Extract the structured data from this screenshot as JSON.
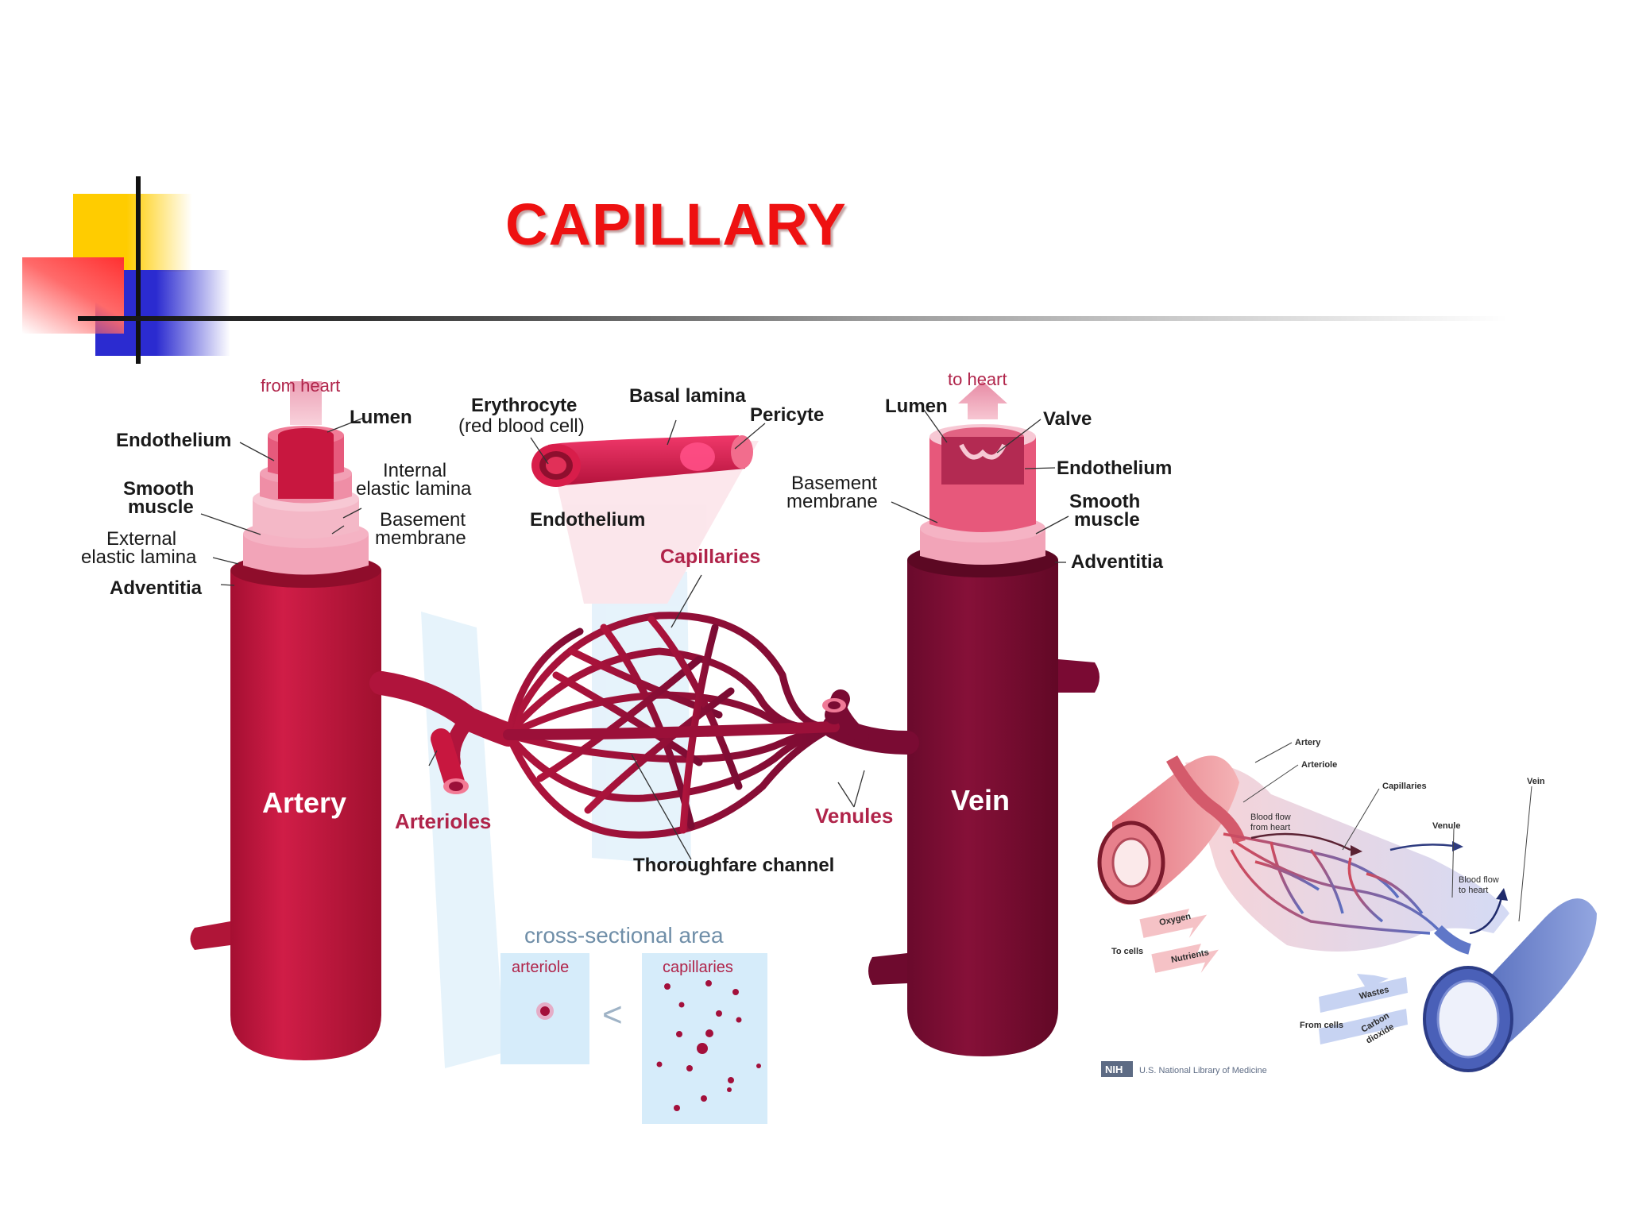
{
  "slide": {
    "title": "CAPILLARY"
  },
  "main_diagram": {
    "from_heart": "from heart",
    "to_heart": "to heart",
    "artery_labels": {
      "endothelium": "Endothelium",
      "lumen": "Lumen",
      "smooth_muscle": [
        "Smooth",
        "muscle"
      ],
      "internal_elastic_lamina": [
        "Internal",
        "elastic lamina"
      ],
      "basement_membrane": [
        "Basement",
        "membrane"
      ],
      "external_elastic_lamina": [
        "External",
        "elastic lamina"
      ],
      "adventitia": "Adventitia",
      "artery": "Artery"
    },
    "capillary_labels": {
      "erythrocyte": "Erythrocyte",
      "erythrocyte_note": "(red blood cell)",
      "basal_lamina": "Basal lamina",
      "pericyte": "Pericyte",
      "endothelium": "Endothelium",
      "capillaries": "Capillaries",
      "arterioles": "Arterioles",
      "venules": "Venules",
      "thoroughfare_channel": "Thoroughfare channel"
    },
    "vein_labels": {
      "lumen": "Lumen",
      "valve": "Valve",
      "basement_membrane": [
        "Basement",
        "membrane"
      ],
      "endothelium": "Endothelium",
      "smooth_muscle": [
        "Smooth",
        "muscle"
      ],
      "adventitia": "Adventitia",
      "vein": "Vein"
    },
    "cross_section": {
      "heading": "cross-sectional area",
      "arteriole": "arteriole",
      "capillaries": "capillaries",
      "comparison": "<"
    }
  },
  "inset_diagram": {
    "artery": "Artery",
    "arteriole": "Arteriole",
    "capillaries": "Capillaries",
    "vein": "Vein",
    "venule": "Venule",
    "blood_flow_from_heart": [
      "Blood flow",
      "from heart"
    ],
    "blood_flow_to_heart": [
      "Blood flow",
      "to heart"
    ],
    "oxygen": "Oxygen",
    "nutrients": "Nutrients",
    "to_cells": "To cells",
    "wastes": "Wastes",
    "carbon_dioxide": [
      "Carbon",
      "dioxide"
    ],
    "from_cells": "From cells",
    "nih_badge": "NIH",
    "credit": "U.S. National Library of Medicine"
  },
  "colors": {
    "title": "#ee1111",
    "artery": "#c8173f",
    "vein": "#7a0a33",
    "label_red": "#b0244a",
    "inset_vein": "#5873c4"
  }
}
